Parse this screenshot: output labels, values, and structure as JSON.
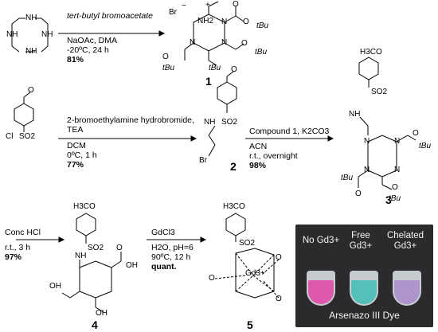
{
  "step1": {
    "reagent": "tert-butyl bromoacetate",
    "cond1": "NaOAc, DMA",
    "cond2": "-20ºC, 24 h",
    "yield": "81%"
  },
  "step2": {
    "reagent1": "2-bromoethylamine hydrobromide,",
    "reagent2": "TEA",
    "cond1": "DCM",
    "cond2": "0ºC, 1 h",
    "yield": "77%"
  },
  "step3": {
    "reagent": "Compound 1, K2CO3",
    "cond1": "ACN",
    "cond2": "r.t., overnight",
    "yield": "98%"
  },
  "step4": {
    "reagent": "Conc HCl",
    "cond1": "r.t., 3 h",
    "yield": "97%"
  },
  "step5": {
    "reagent": "GdCl3",
    "cond1": "H2O, pH=6",
    "cond2": "90ºC, 12 h",
    "yield": "quant."
  },
  "compounds": [
    "1",
    "2",
    "3",
    "4",
    "5"
  ],
  "atoms": {
    "nh": "NH",
    "nh2": "NH2",
    "n": "N",
    "tbu": "tBu",
    "o": "O",
    "oh": "OH",
    "och3": "H3CO",
    "so2": "SO2",
    "cl": "Cl",
    "br": "Br",
    "gd": "Gd3+",
    "minus": "−",
    "plus": "+"
  },
  "photo": {
    "label_no": "No Gd3+",
    "label_free": "Free Gd3+",
    "label_chelated": "Chelated Gd3+",
    "caption": "Arsenazo III Dye",
    "tube_colors": [
      "#e85bb6",
      "#56c9c2",
      "#b69ad6"
    ]
  }
}
